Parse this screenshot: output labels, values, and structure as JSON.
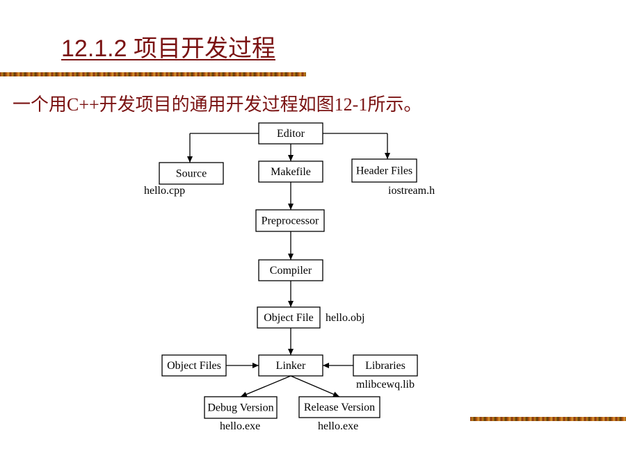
{
  "slide": {
    "title": "12.1.2  项目开发过程",
    "subtitle": "一个用C++开发项目的通用开发过程如图12-1所示。",
    "colors": {
      "title": "#7a1212",
      "subtitle": "#7a1212",
      "rule": "#b0601a"
    }
  },
  "diagram": {
    "nodes": [
      {
        "id": "editor",
        "label": "Editor"
      },
      {
        "id": "source",
        "label": "Source"
      },
      {
        "id": "makefile",
        "label": "Makefile"
      },
      {
        "id": "header",
        "label": "Header Files"
      },
      {
        "id": "preprocessor",
        "label": "Preprocessor"
      },
      {
        "id": "compiler",
        "label": "Compiler"
      },
      {
        "id": "objfile",
        "label": "Object File"
      },
      {
        "id": "objfiles",
        "label": "Object Files"
      },
      {
        "id": "linker",
        "label": "Linker"
      },
      {
        "id": "libraries",
        "label": "Libraries"
      },
      {
        "id": "debug",
        "label": "Debug Version"
      },
      {
        "id": "release",
        "label": "Release Version"
      }
    ],
    "notes": [
      {
        "id": "source",
        "text": "hello.cpp"
      },
      {
        "id": "header",
        "text": "iostream.h"
      },
      {
        "id": "objfile",
        "text": "hello.obj"
      },
      {
        "id": "libraries",
        "text": "mlibcewq.lib"
      },
      {
        "id": "debug",
        "text": "hello.exe"
      },
      {
        "id": "release",
        "text": "hello.exe"
      }
    ]
  }
}
